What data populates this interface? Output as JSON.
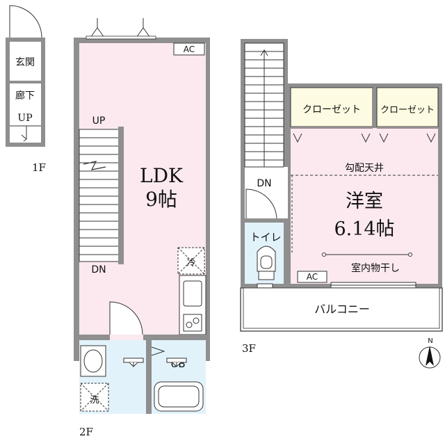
{
  "colors": {
    "wall": "#8f8f8f",
    "ldk_floor": "#fbe9ef",
    "wet_floor": "#e2f2fb",
    "closet_floor": "#fdfbe1",
    "outline": "#333333"
  },
  "floor_1": {
    "floor_label": "1F",
    "entrance": "玄関",
    "hallway": "廊下",
    "up": "UP"
  },
  "floor_2": {
    "floor_label": "2F",
    "ldk": "LDK",
    "ldk_size": "9帖",
    "ac": "AC",
    "up": "UP",
    "dn": "DN",
    "fridge": "冷",
    "washer": "洗",
    "unit_bath": "UB"
  },
  "floor_3": {
    "floor_label": "3F",
    "dn": "DN",
    "closet_1": "クローゼット",
    "closet_2": "クローゼット",
    "sloped_ceiling": "勾配天井",
    "western_room": "洋室",
    "western_room_size": "6.14帖",
    "toilet": "トイレ",
    "indoor_drying": "室内物干し",
    "ac": "AC",
    "balcony": "バルコニー",
    "compass_n": "N"
  }
}
